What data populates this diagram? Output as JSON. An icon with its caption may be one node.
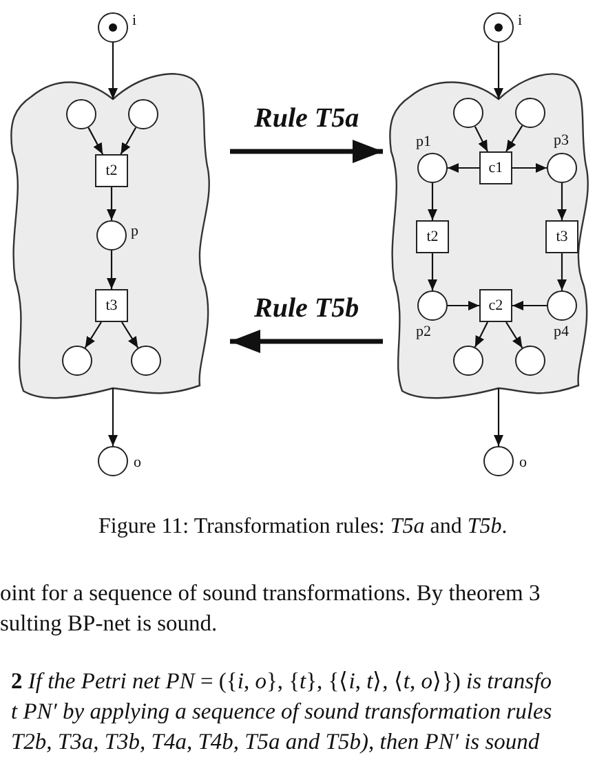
{
  "diagram": {
    "caption": "Figure 11: Transformation rules: *T5a* and *T5b*.",
    "nodes": [
      {
        "text": [],
        "shape": "circle",
        "beside": [
          "i"
        ]
      },
      {
        "text": [],
        "shape": "cloud"
      },
      {
        "text": [],
        "shape": "circle",
        "in": 1
      },
      {
        "text": [],
        "shape": "circle",
        "in": 1
      },
      {
        "text": [
          "t2"
        ],
        "in": 1
      },
      {
        "text": [],
        "shape": "circle",
        "in": 1,
        "beside": [
          "p"
        ]
      },
      {
        "text": [
          "t3"
        ],
        "in": 1
      },
      {
        "text": [],
        "shape": "circle",
        "in": 1
      },
      {
        "text": [],
        "shape": "circle",
        "in": 1
      },
      {
        "text": [],
        "shape": "circle",
        "beside": [
          "o"
        ]
      },
      {
        "text": [],
        "shape": "circle",
        "beside": [
          "i"
        ]
      },
      {
        "text": [],
        "shape": "cloud"
      },
      {
        "text": [],
        "shape": "circle",
        "in": 11
      },
      {
        "text": [],
        "shape": "circle",
        "in": 11
      },
      {
        "text": [],
        "shape": "circle",
        "in": 11,
        "beside": [
          "p1"
        ]
      },
      {
        "text": [
          "c1"
        ],
        "in": 11
      },
      {
        "text": [],
        "shape": "circle",
        "in": 11,
        "beside": [
          "p3"
        ]
      },
      {
        "text": [
          "t2"
        ],
        "in": 11
      },
      {
        "text": [
          "t3"
        ],
        "in": 11
      },
      {
        "text": [],
        "shape": "circle",
        "in": 11,
        "beside": [
          "p2"
        ]
      },
      {
        "text": [
          "c2"
        ],
        "in": 11
      },
      {
        "text": [],
        "shape": "circle",
        "in": 11,
        "beside": [
          "p4"
        ]
      },
      {
        "text": [],
        "shape": "circle",
        "in": 11
      },
      {
        "text": [],
        "shape": "circle",
        "in": 11
      },
      {
        "text": [],
        "shape": "circle",
        "beside": [
          "o"
        ]
      }
    ],
    "edges": [
      {
        "from": 0,
        "to": 1,
        "arrow": "to"
      },
      {
        "from": 2,
        "to": 4,
        "arrow": "to"
      },
      {
        "from": 3,
        "to": 4,
        "arrow": "to"
      },
      {
        "from": 4,
        "to": 5,
        "arrow": "to"
      },
      {
        "from": 5,
        "to": 6,
        "arrow": "to"
      },
      {
        "from": 6,
        "to": 7,
        "arrow": "to"
      },
      {
        "from": 6,
        "to": 8,
        "arrow": "to"
      },
      {
        "from": 1,
        "to": 9,
        "arrow": "to"
      },
      {
        "from": 1,
        "to": 11,
        "arrow": "to",
        "label": "Rule T5a",
        "style": "thick"
      },
      {
        "from": 11,
        "to": 1,
        "arrow": "to",
        "label": "Rule T5b",
        "style": "thick"
      },
      {
        "from": 10,
        "to": 11,
        "arrow": "to"
      },
      {
        "from": 12,
        "to": 15,
        "arrow": "to"
      },
      {
        "from": 13,
        "to": 15,
        "arrow": "to"
      },
      {
        "from": 15,
        "to": 14,
        "arrow": "to"
      },
      {
        "from": 15,
        "to": 16,
        "arrow": "to"
      },
      {
        "from": 14,
        "to": 17,
        "arrow": "to"
      },
      {
        "from": 16,
        "to": 18,
        "arrow": "to"
      },
      {
        "from": 17,
        "to": 19,
        "arrow": "to"
      },
      {
        "from": 18,
        "to": 21,
        "arrow": "to"
      },
      {
        "from": 19,
        "to": 20,
        "arrow": "to"
      },
      {
        "from": 21,
        "to": 20,
        "arrow": "to"
      },
      {
        "from": 20,
        "to": 22,
        "arrow": "to"
      },
      {
        "from": 20,
        "to": 23,
        "arrow": "to"
      },
      {
        "from": 11,
        "to": 24,
        "arrow": "to"
      }
    ],
    "labels": [
      "oint for a sequence of sound transformations. By theorem 3",
      "sulting BP-net is sound.",
      "**2** *If the Petri net PN* = ({*i*, *o*}, {*t*}, {⟨*i*, *t*⟩, ⟨*t*, *o*⟩}) *is transfo*",
      "t PN′ by applying a sequence of sound transformation rules",
      "T2b, T3a, T3b, T4a, T4b, T5a and T5b), then PN′ is sound"
    ]
  }
}
